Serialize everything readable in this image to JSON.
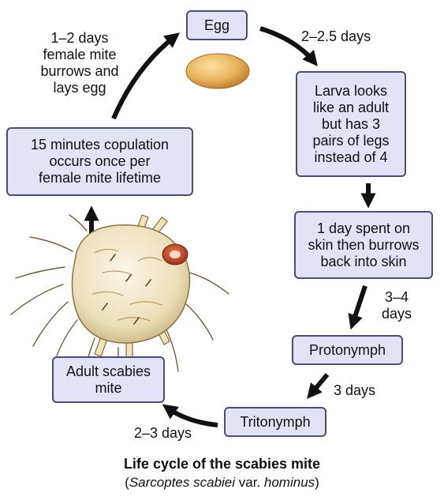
{
  "stages": {
    "egg": "Egg",
    "larva": "Larva looks\nlike an adult\nbut has 3\npairs of legs\ninstead of 4",
    "skin": "1 day spent on\nskin then burrows\nback into skin",
    "protonymph": "Protonymph",
    "tritonymph": "Tritonymph",
    "adult": "Adult scabies\nmite",
    "copulation": "15 minutes copulation\noccurs once per\nfemale mite lifetime"
  },
  "durations": {
    "egg_to_larva": "2–2.5 days",
    "skin_to_protonymph": "3–4\ndays",
    "protonymph_to_tritonymph": "3 days",
    "tritonymph_to_adult": "2–3 days",
    "copulation_to_egg": "1–2 days\nfemale mite\nburrows and\nlays egg"
  },
  "caption": {
    "title": "Life cycle of the scabies mite",
    "species": "Sarcoptes scabiei",
    "variety_prefix": " var. ",
    "variety": "hominus",
    "open_paren": "(",
    "close_paren": ")"
  },
  "colors": {
    "box_fill": "#e3e3f7",
    "box_border": "#4c4b7d",
    "arrow": "#111111",
    "egg": "#e8b25a",
    "mite_body": "#eee3c2"
  },
  "icons": [
    "egg-illustration",
    "scabies-mite-illustration"
  ]
}
